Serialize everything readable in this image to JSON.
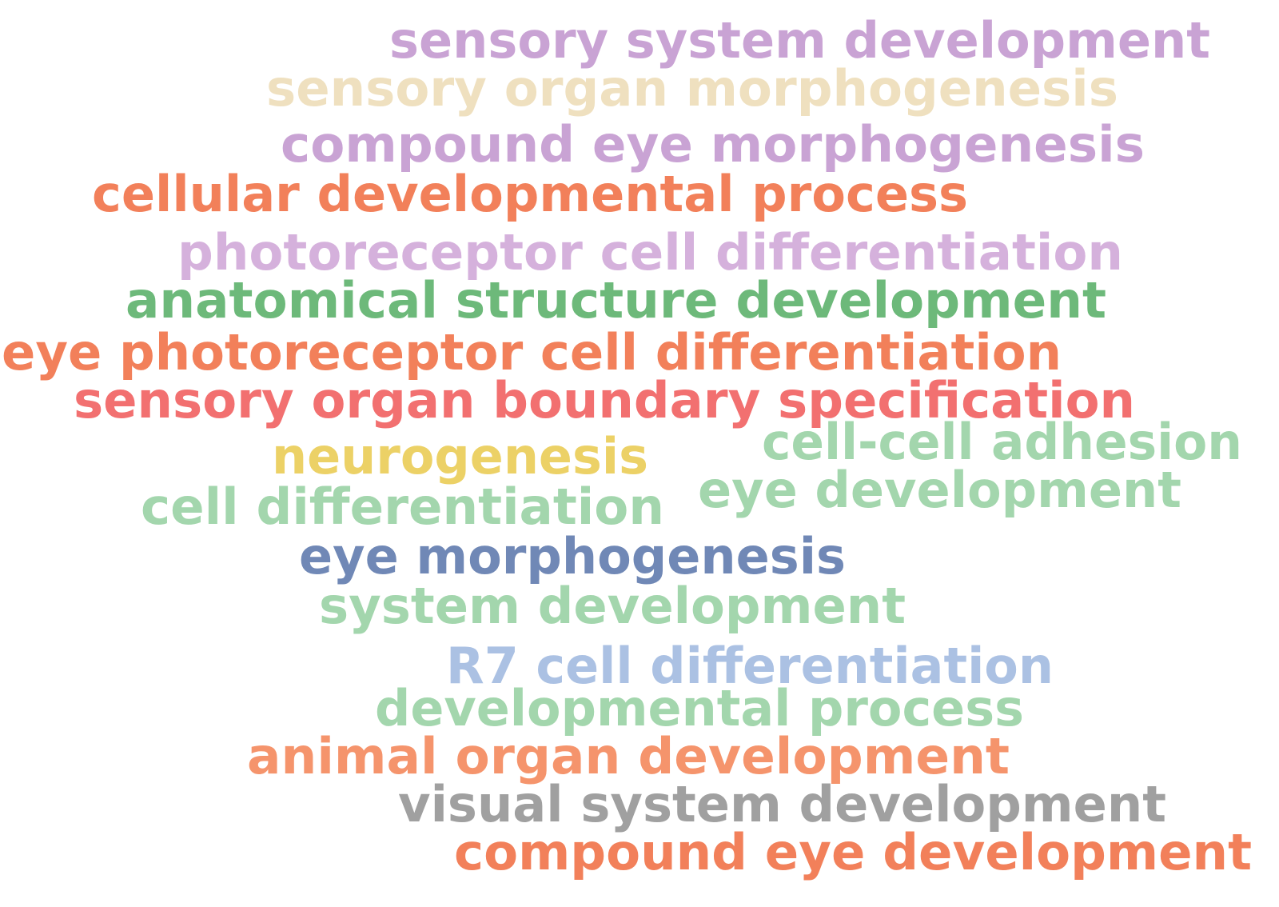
{
  "words": [
    {
      "text": "sensory system development",
      "color": "#c9a3d4"
    },
    {
      "text": "sensory organ morphogenesis",
      "color": "#efe0bf"
    },
    {
      "text": "compound eye morphogenesis",
      "color": "#c9a3d4"
    },
    {
      "text": "cellular developmental process",
      "color": "#f2805a"
    },
    {
      "text": "photoreceptor cell differentiation",
      "color": "#d5b1dc"
    },
    {
      "text": "anatomical structure development",
      "color": "#6db97a"
    },
    {
      "text": "eye photoreceptor cell differentiation",
      "color": "#f2805a"
    },
    {
      "text": "sensory organ boundary specification",
      "color": "#f27070"
    },
    {
      "text": "neurogenesis",
      "color": "#ecd166"
    },
    {
      "text": "cell-cell adhesion",
      "color": "#a3d6ad"
    },
    {
      "text": "eye development",
      "color": "#a3d6ad"
    },
    {
      "text": "cell differentiation",
      "color": "#a3d6ad"
    },
    {
      "text": "eye morphogenesis",
      "color": "#7088b6"
    },
    {
      "text": "system development",
      "color": "#a3d6ad"
    },
    {
      "text": "R7 cell differentiation",
      "color": "#abc1e3"
    },
    {
      "text": "developmental process",
      "color": "#a3d6ad"
    },
    {
      "text": "animal organ development",
      "color": "#f5946c"
    },
    {
      "text": "visual system development",
      "color": "#a0a0a0"
    },
    {
      "text": "compound eye development",
      "color": "#f2805a"
    }
  ]
}
